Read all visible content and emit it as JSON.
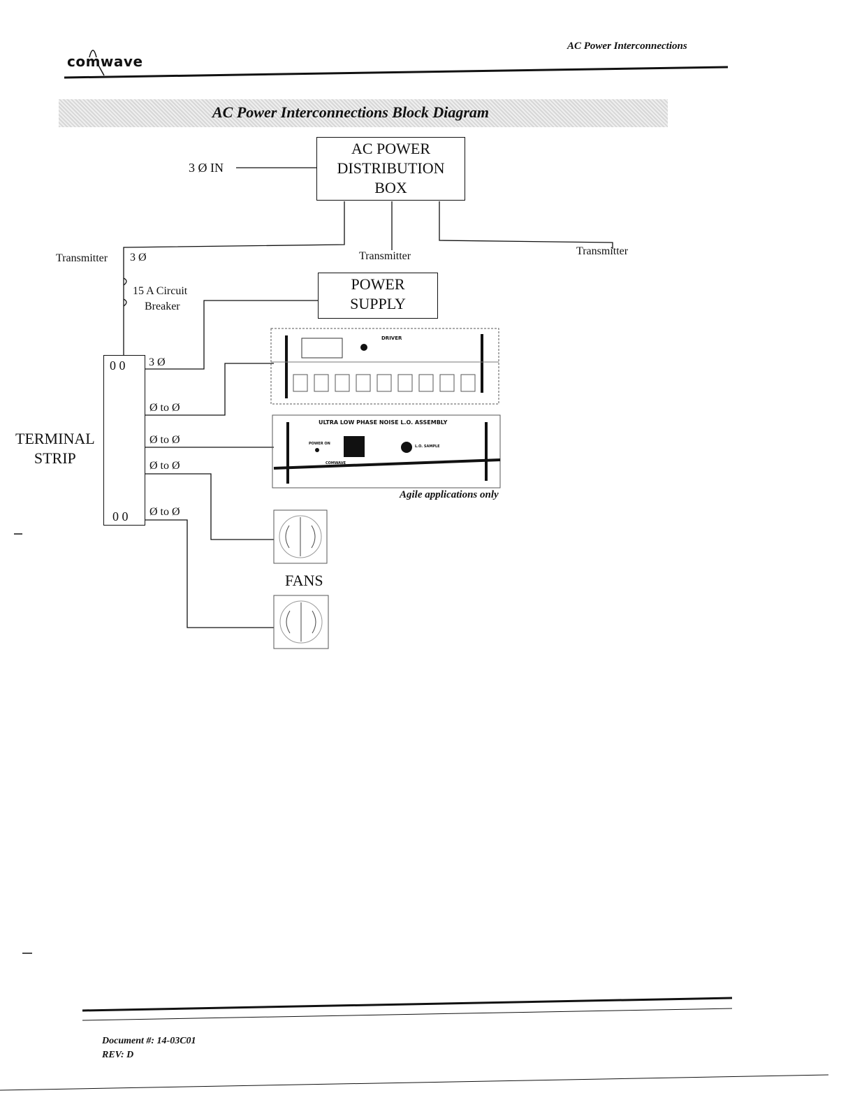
{
  "header": {
    "logo_text": "comwave",
    "section_title": "AC Power Interconnections"
  },
  "diagram": {
    "title": "AC Power Interconnections Block Diagram",
    "input_label": "3 Ø IN",
    "distribution_box": [
      "AC POWER",
      "DISTRIBUTION",
      "BOX"
    ],
    "transmitter_labels": [
      "Transmitter",
      "Transmitter",
      "Transmitter"
    ],
    "three_phase_label": "3 Ø",
    "breaker_label": [
      "15 A Circuit",
      "Breaker"
    ],
    "power_supply": [
      "POWER",
      "SUPPLY"
    ],
    "terminal_strip": [
      "TERMINAL",
      "STRIP"
    ],
    "terminal_contacts_top": "0 0",
    "terminal_contacts_bottom": "0 0",
    "strip_outputs": [
      "3 Ø",
      "Ø to Ø",
      "Ø to Ø",
      "Ø to Ø",
      "Ø to Ø"
    ],
    "driver_panel_label": "DRIVER",
    "lo_panel": {
      "title": "ULTRA LOW PHASE NOISE L.O. ASSEMBLY",
      "power_on": "POWER ON",
      "lo_sample": "L.O. SAMPLE",
      "brand": "COMWAVE"
    },
    "agile_note": "Agile applications only",
    "fans_label": "FANS"
  },
  "footer": {
    "document": "Document #: 14-03C01",
    "rev": "REV: D"
  }
}
